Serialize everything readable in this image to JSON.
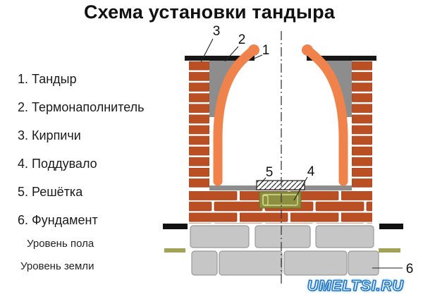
{
  "title": "Схема установки тандыра",
  "legend": {
    "items": [
      "1. Тандыр",
      "2. Термонаполнитель",
      "3. Кирпичи",
      "4. Поддувало",
      "5. Решётка",
      "6. Фундамент"
    ]
  },
  "levels": {
    "floor": "Уровень пола",
    "ground": "Уровень земли"
  },
  "callouts": {
    "tandyr": "1",
    "thermo_filler": "2",
    "bricks": "3",
    "ash_pit": "4",
    "grate": "5",
    "foundation": "6"
  },
  "watermark": "UMELTSI.RU",
  "colors": {
    "brick": "#bb4f24",
    "brick_edge": "#9e411d",
    "mortar": "#ffffff",
    "tandyr_clay": "#f0824c",
    "thermo_filler_gray": "#8d8d8d",
    "top_cap_black": "#161616",
    "ash_pit_olive": "#8d8f40",
    "ash_pit_outline": "#dadb8e",
    "grate_hatch": "#333333",
    "foundation_gray": "#c6c6c6",
    "foundation_edge": "#9a9a9a",
    "floor_level_black": "#111111",
    "ground_level_olive": "#a3a356",
    "watermark_blue": "#1c74c9"
  }
}
